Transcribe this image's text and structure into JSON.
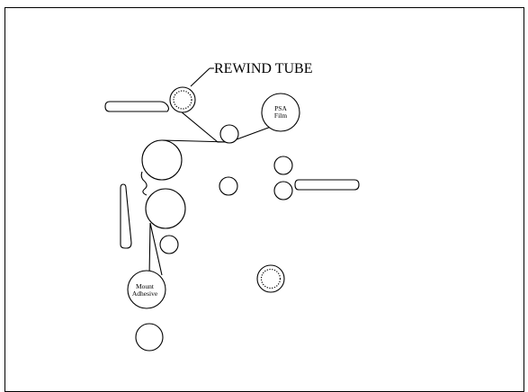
{
  "labels": {
    "rewind_tube": "REWIND TUBE",
    "psa_film_line1": "PSA",
    "psa_film_line2": "Film",
    "mount_adhesive_line1": "Mount",
    "mount_adhesive_line2": "Adhesive"
  }
}
